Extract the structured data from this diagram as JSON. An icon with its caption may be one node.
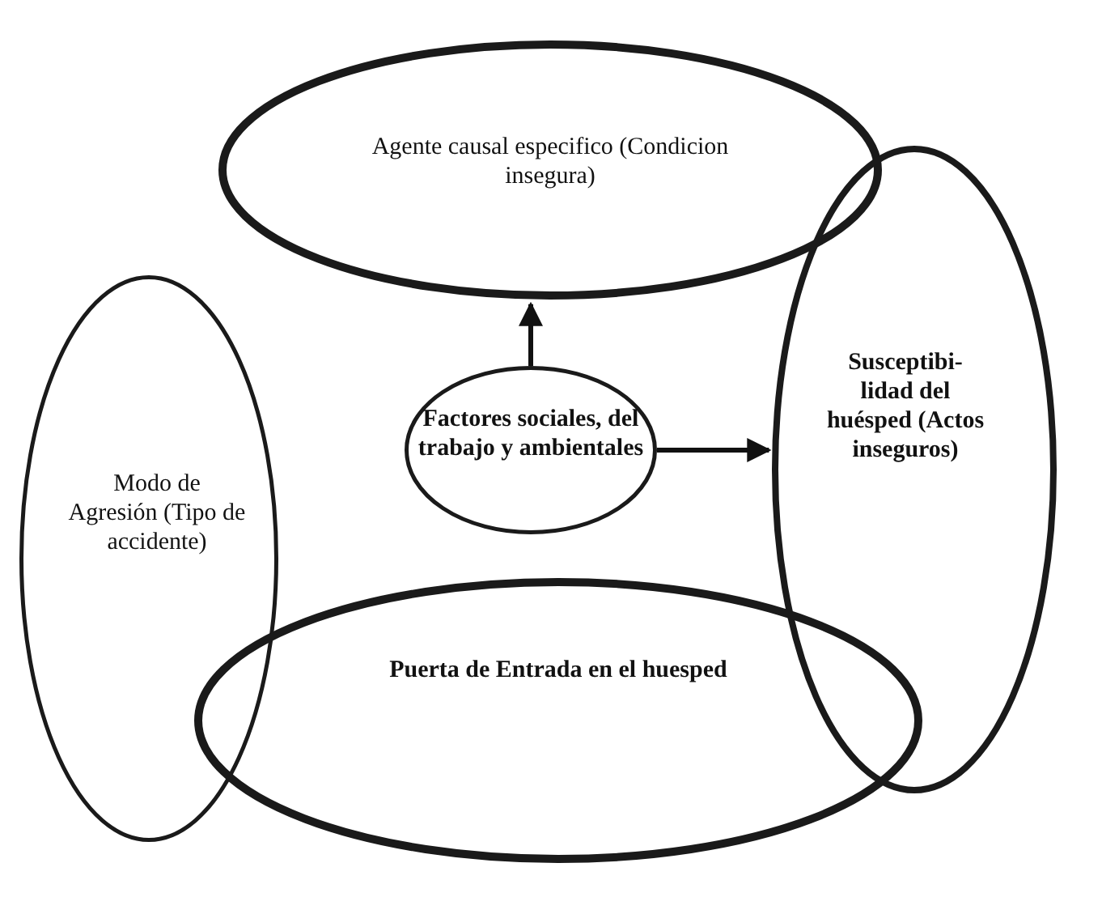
{
  "diagram": {
    "nodes": [
      {
        "text": [
          "Agente causal especifico (Condicion insegura)"
        ]
      },
      {
        "text": [
          "Modo de Agresión (Tipo de accidente)"
        ]
      },
      {
        "text": [
          "Factores sociales, del trabajo y ambientales"
        ]
      },
      {
        "text": [
          "Susceptibi- lidad del huésped (Actos inseguros)"
        ]
      },
      {
        "text": [
          "Puerta de Entrada en el huesped"
        ]
      }
    ],
    "edges": [
      {
        "from": 2,
        "to": 0,
        "arrow": "to"
      },
      {
        "from": 2,
        "to": 3,
        "arrow": "to"
      }
    ]
  }
}
